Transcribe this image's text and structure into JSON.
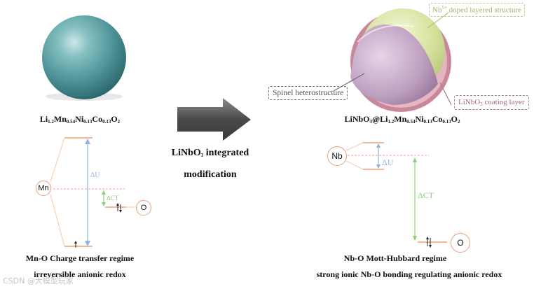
{
  "left_material": {
    "formula_parts": [
      {
        "t": "Li",
        "s": "1.2"
      },
      {
        "t": "Mn",
        "s": "0.54"
      },
      {
        "t": "Ni",
        "s": "0.13"
      },
      {
        "t": "Co",
        "s": "0.13"
      },
      {
        "t": "O",
        "s": "2"
      }
    ]
  },
  "right_material": {
    "formula_parts": [
      {
        "t": "LiNbO",
        "s": "3"
      },
      {
        "t": "@Li",
        "s": "1.2"
      },
      {
        "t": "Mn",
        "s": "0.54"
      },
      {
        "t": "Ni",
        "s": "0.13"
      },
      {
        "t": "Co",
        "s": "0.13"
      },
      {
        "t": "O",
        "s": "2"
      }
    ]
  },
  "arrow": {
    "line1": "LiNbO",
    "line1_sub": "3",
    "line1_rest": " integrated",
    "line2": "modification"
  },
  "callouts": {
    "nb_doped": {
      "pre": "Nb",
      "sup": "5+",
      "post": " doped layered  structure"
    },
    "spinel": "Spinel heterostructure",
    "coating": {
      "pre": "LiNbO",
      "sub": "3",
      "post": " coating layer"
    }
  },
  "left_diagram": {
    "atom": "Mn",
    "anion": "O",
    "delta_u": "ΔU",
    "delta_ct": "ΔCT",
    "title": "Mn-O Charge transfer regime",
    "subtitle": "irreversible anionic redox"
  },
  "right_diagram": {
    "atom": "Nb",
    "anion": "O",
    "delta_u": "ΔU",
    "delta_ct": "ΔCT",
    "title": "Nb-O Mott-Hubbard regime",
    "subtitle": "strong ionic Nb-O bonding  regulating anionic redox"
  },
  "watermark": "CSDN @大模型玩家",
  "colors": {
    "sphere": "#5fa3a6",
    "shell": "#c4a6c4",
    "core": "#d8e3a6",
    "orange": "#f0a070",
    "blue": "#8fb4e0",
    "green": "#8fcf7a",
    "arrow": "#555555"
  }
}
